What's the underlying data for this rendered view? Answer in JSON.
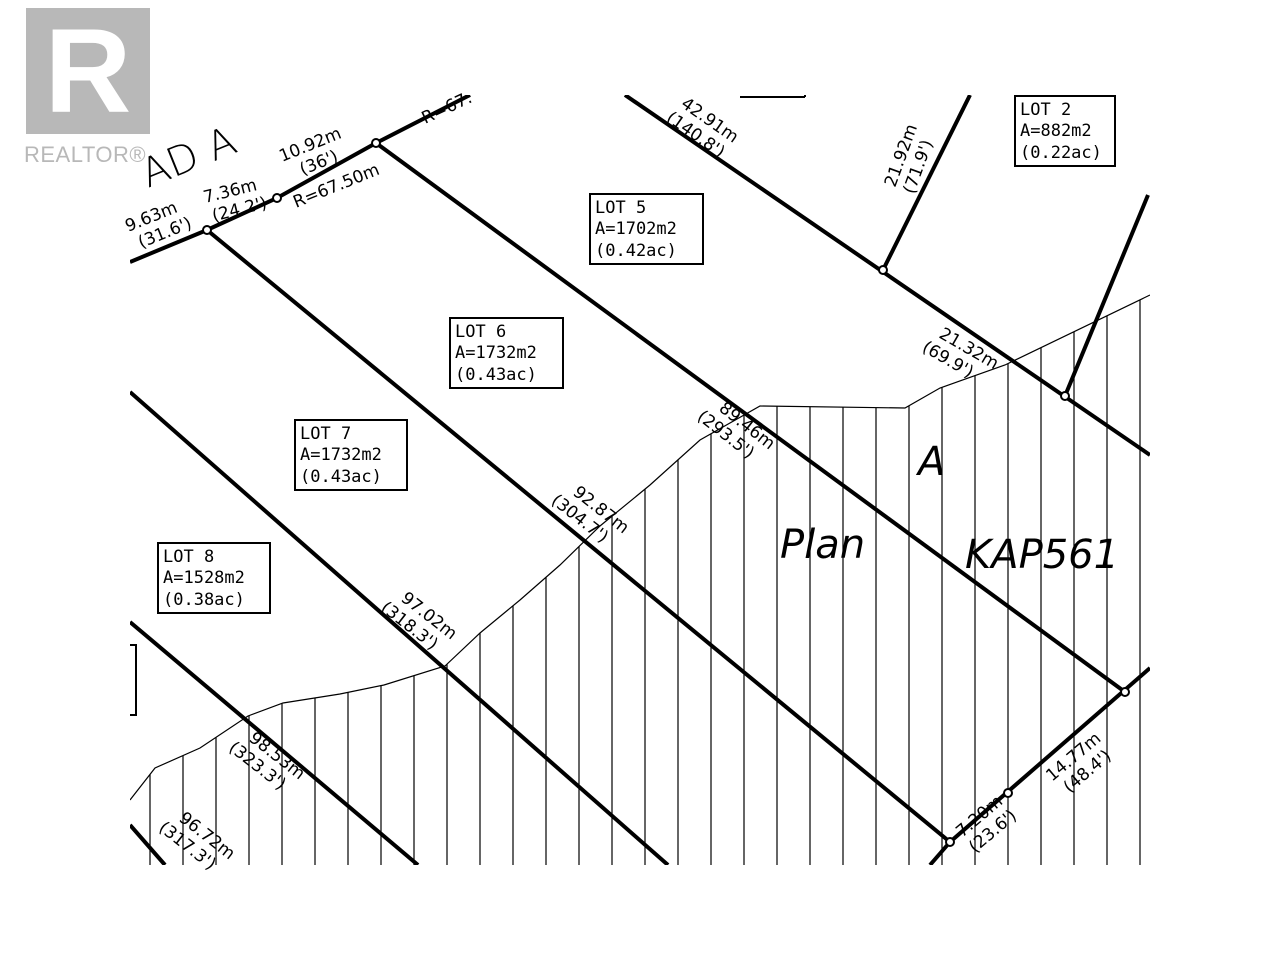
{
  "logo": {
    "name": "REALTOR®",
    "letter": "R",
    "color": "#b8b8b8"
  },
  "road_label": "AD A",
  "plan_label": "Plan",
  "plan_number": "KAP561",
  "parcel_label": "A",
  "lots": [
    {
      "id": "lot-2",
      "name": "LOT 2",
      "area": "A=882m2",
      "acres": "(0.22ac)"
    },
    {
      "id": "lot-5",
      "name": "LOT 5",
      "area": "A=1702m2",
      "acres": "(0.42ac)"
    },
    {
      "id": "lot-6",
      "name": "LOT 6",
      "area": "A=1732m2",
      "acres": "(0.43ac)"
    },
    {
      "id": "lot-7",
      "name": "LOT 7",
      "area": "A=1732m2",
      "acres": "(0.43ac)"
    },
    {
      "id": "lot-8",
      "name": "LOT 8",
      "area": "A=1528m2",
      "acres": "(0.38ac)"
    }
  ],
  "dimensions": {
    "d_9_63": {
      "m": "9.63m",
      "ft": "(31.6')"
    },
    "d_7_36": {
      "m": "7.36m",
      "ft": "(24.2')"
    },
    "d_10_92": {
      "m": "10.92m",
      "ft": "(36')"
    },
    "r_67_50": "R=67.50m",
    "r_top": "R=67.",
    "d_42_91": {
      "m": "42.91m",
      "ft": "(140.8')"
    },
    "d_21_92": {
      "m": "21.92m",
      "ft": "(71.9')"
    },
    "d_21_32": {
      "m": "21.32m",
      "ft": "(69.9')"
    },
    "d_89_46": {
      "m": "89.46m",
      "ft": "(293.5')"
    },
    "d_92_87": {
      "m": "92.87m",
      "ft": "(304.7')"
    },
    "d_97_02": {
      "m": "97.02m",
      "ft": "(318.3')"
    },
    "d_98_53": {
      "m": "98.53m",
      "ft": "(323.3')"
    },
    "d_96_72": {
      "m": "96.72m",
      "ft": "(317.3')"
    },
    "d_7_20": {
      "m": "7.20m",
      "ft": "(23.6')"
    },
    "d_14_77": {
      "m": "14.77m",
      "ft": "(48.4')"
    }
  }
}
